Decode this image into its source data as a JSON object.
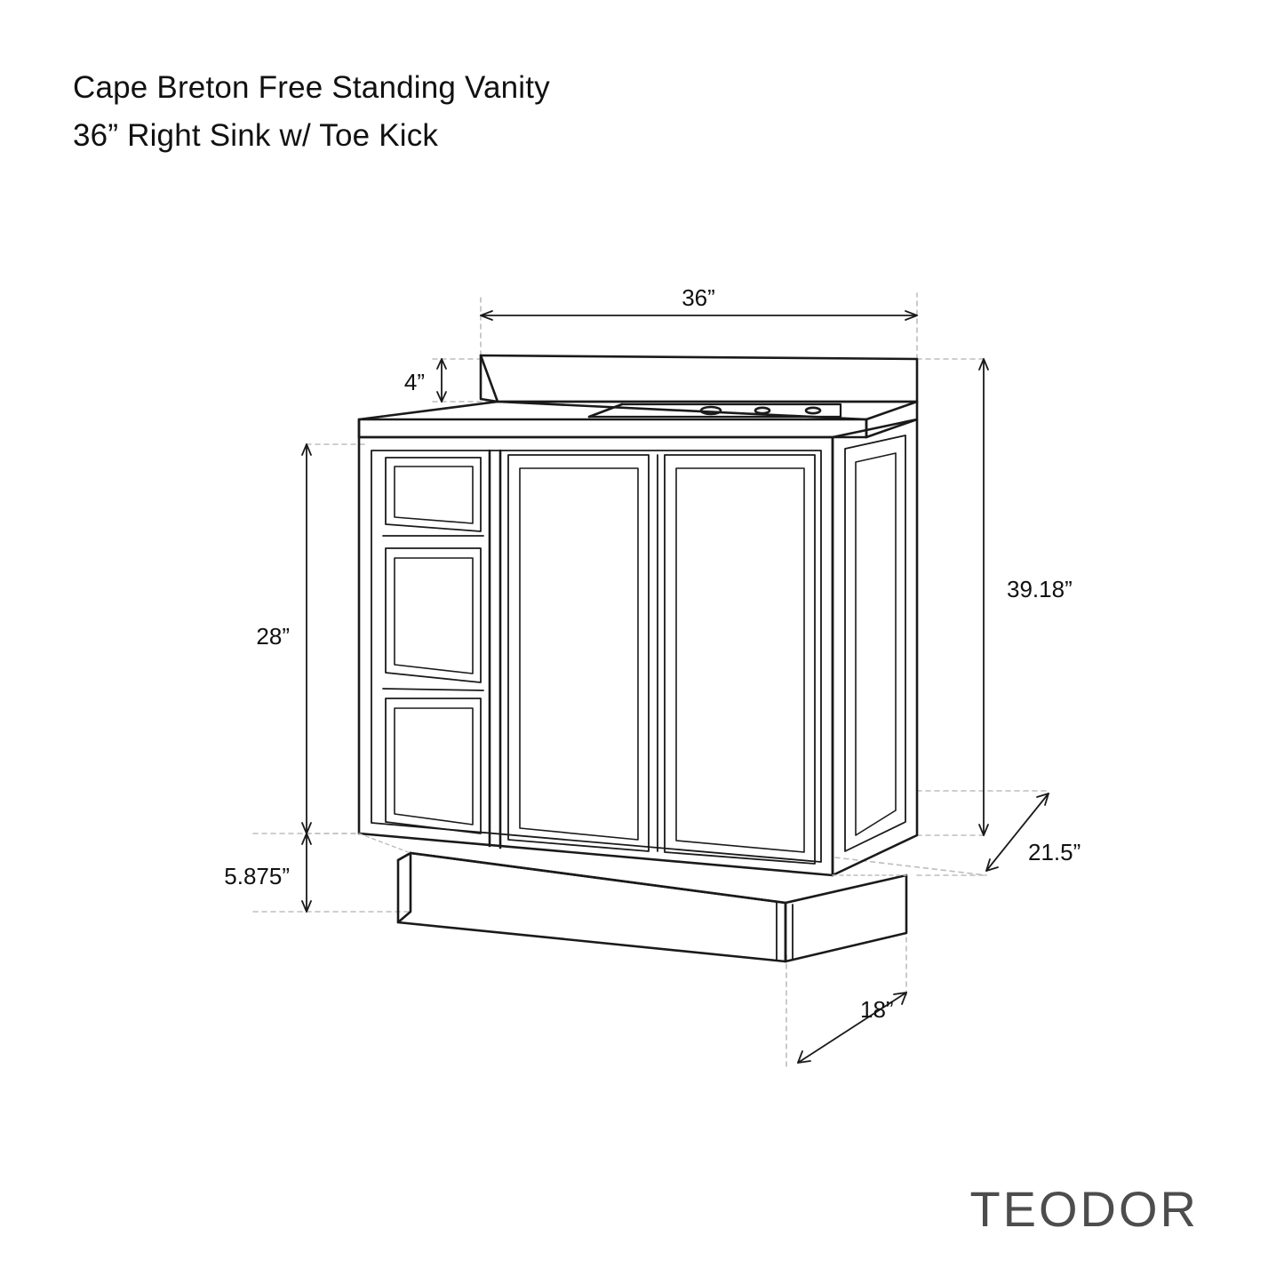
{
  "document": {
    "title_line_1": "Cape Breton Free Standing Vanity",
    "title_line_2": "36” Right Sink w/ Toe Kick",
    "brand": "TEODOR"
  },
  "dimensions": {
    "width_top": "36”",
    "backsplash_height": "4”",
    "cabinet_height": "28”",
    "overall_height": "39.18”",
    "toe_kick_height": "5.875”",
    "countertop_depth": "21.5”",
    "base_depth": "18”"
  },
  "colors": {
    "line": "#1a1a1a",
    "dimension_line": "#1a1a1a",
    "extension_line": "#b8b8b8",
    "text": "#111111",
    "brand_text": "#4d4d4d",
    "background": "#ffffff"
  },
  "product": {
    "type": "bathroom vanity",
    "view": "3/4 perspective line drawing",
    "features": [
      "backsplash",
      "countertop with right-side sink cutout and three faucet holes",
      "three stacked drawers on left",
      "two cabinet doors",
      "toe kick base"
    ]
  }
}
